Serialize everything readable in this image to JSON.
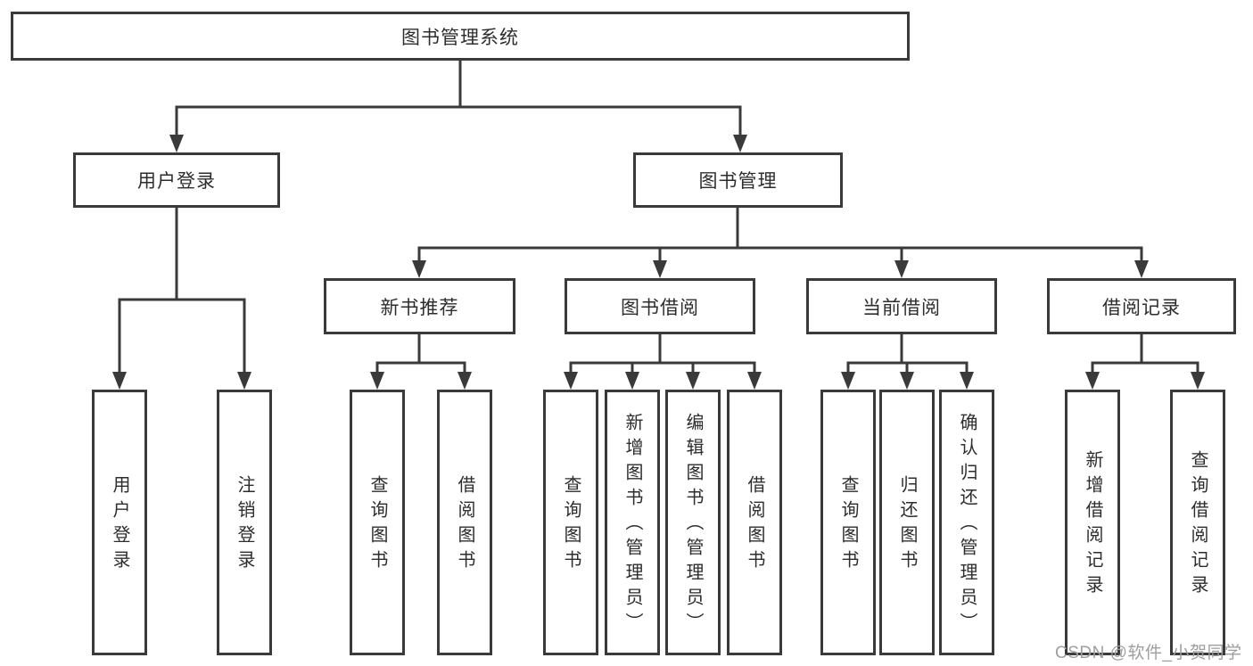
{
  "colors": {
    "line": "#3a3a3a",
    "box_border": "#3a3a3a",
    "box_background": "#ffffff",
    "text": "#2d2d2d",
    "watermark": "#9e9e9e",
    "page_background": "#ffffff"
  },
  "watermark": {
    "text": "CSDN @软件_小贺同学"
  },
  "tree": {
    "root": {
      "label": "图书管理系统"
    },
    "level1": [
      {
        "label": "用户登录",
        "leaves": [
          {
            "label": "用户登录"
          },
          {
            "label": "注销登录"
          }
        ]
      },
      {
        "label": "图书管理",
        "groups": [
          {
            "label": "新书推荐",
            "leaves": [
              {
                "label": "查询图书"
              },
              {
                "label": "借阅图书"
              }
            ]
          },
          {
            "label": "图书借阅",
            "leaves": [
              {
                "label": "查询图书"
              },
              {
                "label": "新增图书（管理员）"
              },
              {
                "label": "编辑图书（管理员）"
              },
              {
                "label": "借阅图书"
              }
            ]
          },
          {
            "label": "当前借阅",
            "leaves": [
              {
                "label": "查询图书"
              },
              {
                "label": "归还图书"
              },
              {
                "label": "确认归还（管理员）"
              }
            ]
          },
          {
            "label": "借阅记录",
            "leaves": [
              {
                "label": "新增借阅记录"
              },
              {
                "label": "查询借阅记录"
              }
            ]
          }
        ]
      }
    ]
  }
}
